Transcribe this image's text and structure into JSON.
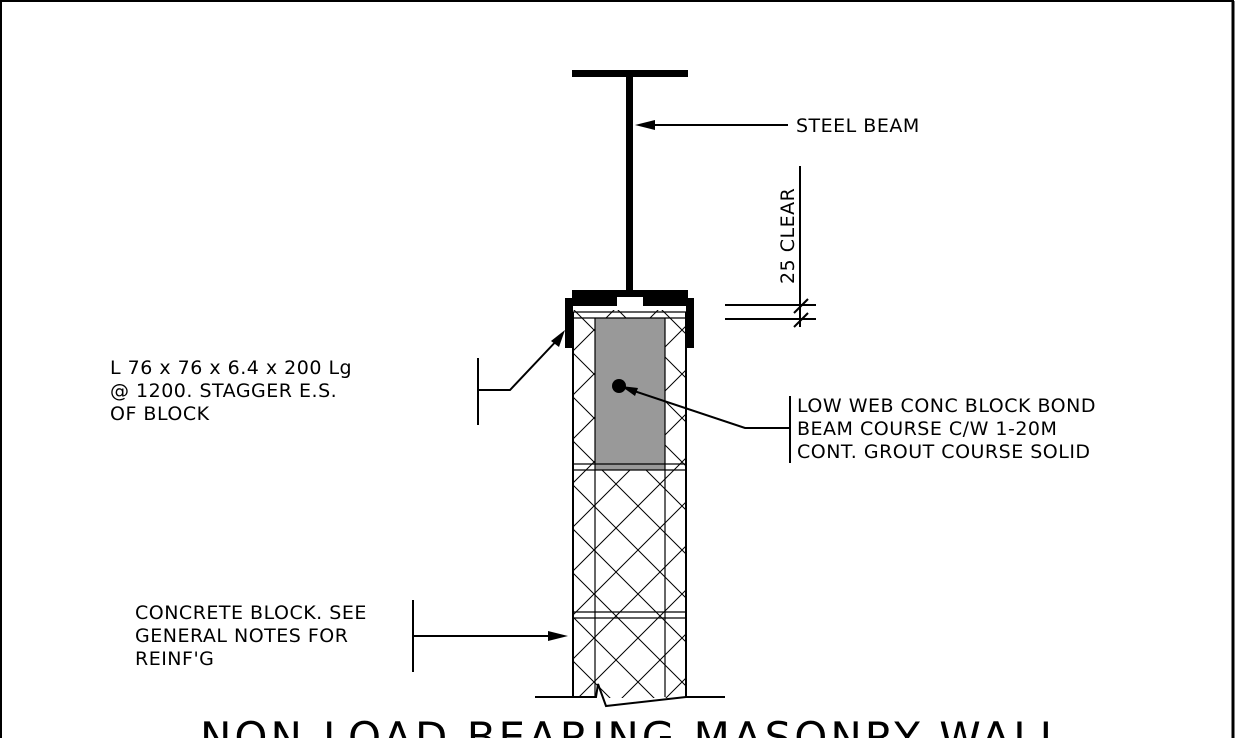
{
  "labels": {
    "steel_beam": "STEEL BEAM",
    "clearance": "25 CLEAR",
    "angle": [
      "L 76 x 76 x 6.4 x 200 Lg",
      "@ 1200. STAGGER E.S.",
      "OF BLOCK"
    ],
    "bond_beam": [
      "LOW WEB CONC BLOCK BOND",
      "BEAM COURSE C/W 1-20M",
      "CONT. GROUT COURSE SOLID"
    ],
    "concrete_block": [
      "CONCRETE BLOCK. SEE",
      "GENERAL NOTES FOR",
      "REINF'G"
    ]
  },
  "title": "NON-LOAD BEARING MASONRY WALL",
  "colors": {
    "line": "#000000",
    "grout": "#999999",
    "background": "#ffffff"
  }
}
